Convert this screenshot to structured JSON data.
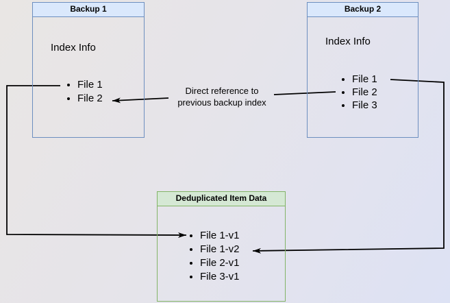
{
  "backup1": {
    "title": "Backup 1",
    "section_label": "Index Info",
    "items": [
      "File 1",
      "File 2"
    ]
  },
  "backup2": {
    "title": "Backup 2",
    "section_label": "Index Info",
    "items": [
      "File 1",
      "File 2",
      "File 3"
    ]
  },
  "dedup": {
    "title": "Deduplicated Item Data",
    "items": [
      "File 1-v1",
      "File 1-v2",
      "File 2-v1",
      "File 3-v1"
    ]
  },
  "edge_label": {
    "line1": "Direct reference to",
    "line2": "previous backup index"
  },
  "colors": {
    "blue_fill": "#dae8fc",
    "blue_stroke": "#6c8ebf",
    "green_fill": "#d5e8d4",
    "green_stroke": "#82b366",
    "arrow": "#000000"
  }
}
